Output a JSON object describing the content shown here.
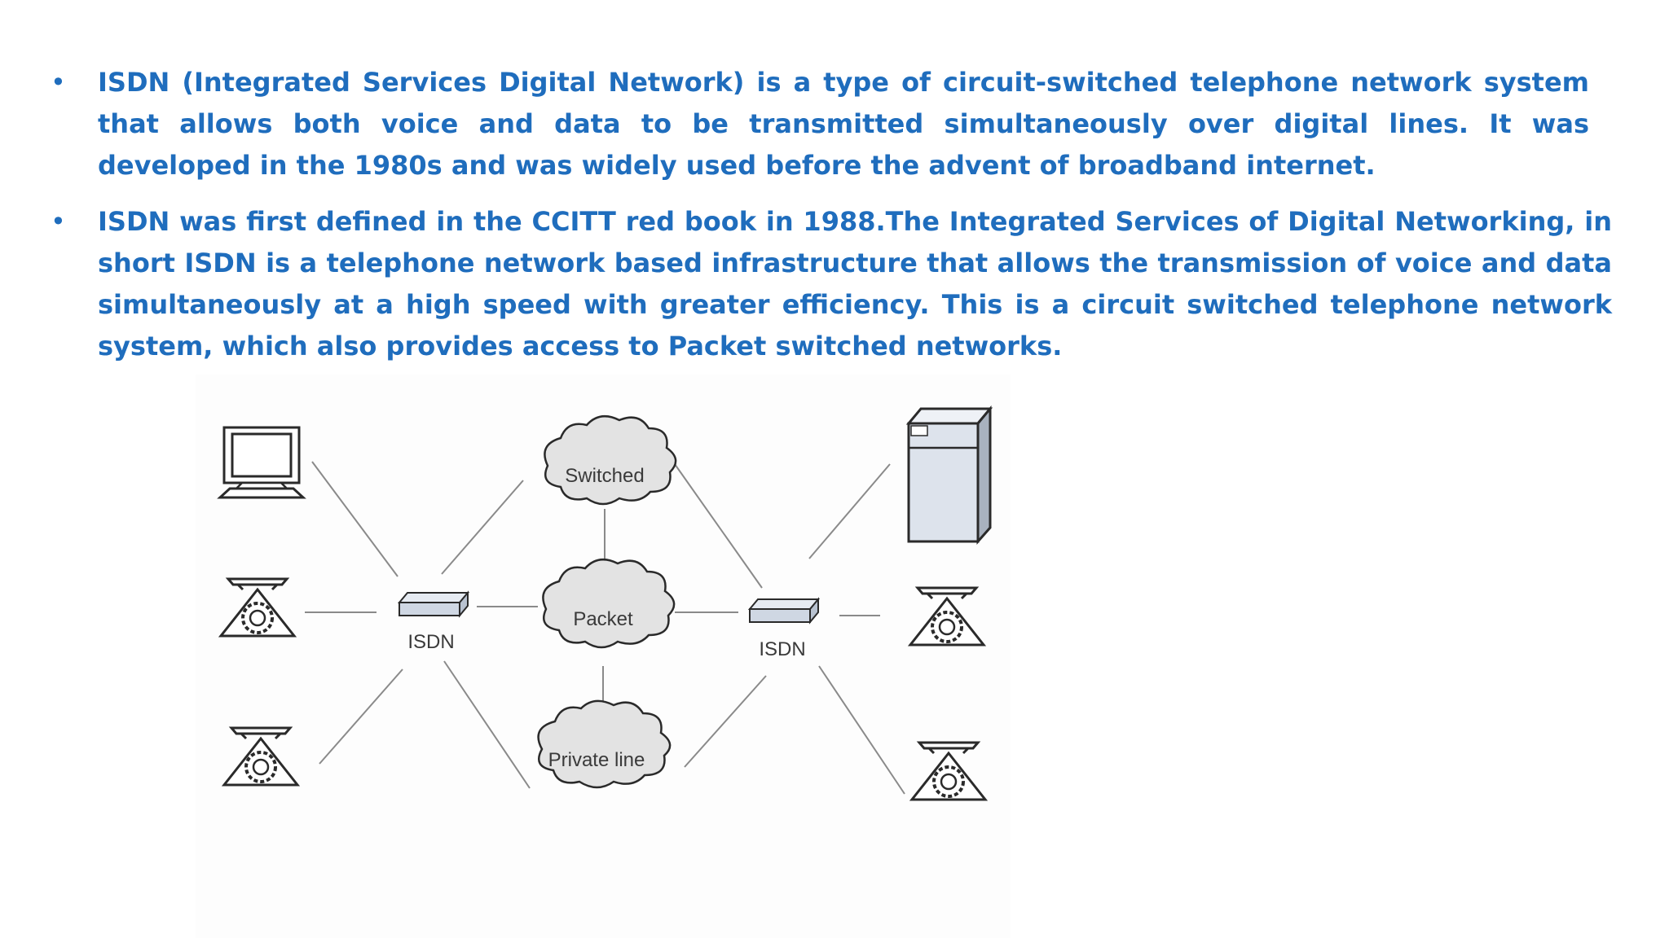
{
  "bullets": [
    {
      "symbol": "•",
      "text": "ISDN (Integrated Services Digital Network) is a type of circuit-switched telephone network system that allows both voice and data to be transmitted simultaneously over digital lines. It was developed in the 1980s and was widely used before the advent of broadband internet."
    },
    {
      "symbol": "•",
      "text": "ISDN was first defined in the CCITT red book in 1988.The Integrated Services of Digital Networking, in short ISDN is a telephone network based infrastructure that allows the transmission of voice and data simultaneously at a high speed with greater efficiency. This is a circuit switched telephone network system, which also provides access to Packet switched networks."
    }
  ],
  "diagram": {
    "clouds": {
      "switched": "Switched",
      "packet": "Packet",
      "private": "Private line"
    },
    "switches": {
      "left": "ISDN",
      "right": "ISDN"
    },
    "colors": {
      "text": "#1f6dbd",
      "cloud_fill": "#e3e3e3",
      "device_fill": "#d9e0ea",
      "line": "#8a8a8a"
    }
  }
}
